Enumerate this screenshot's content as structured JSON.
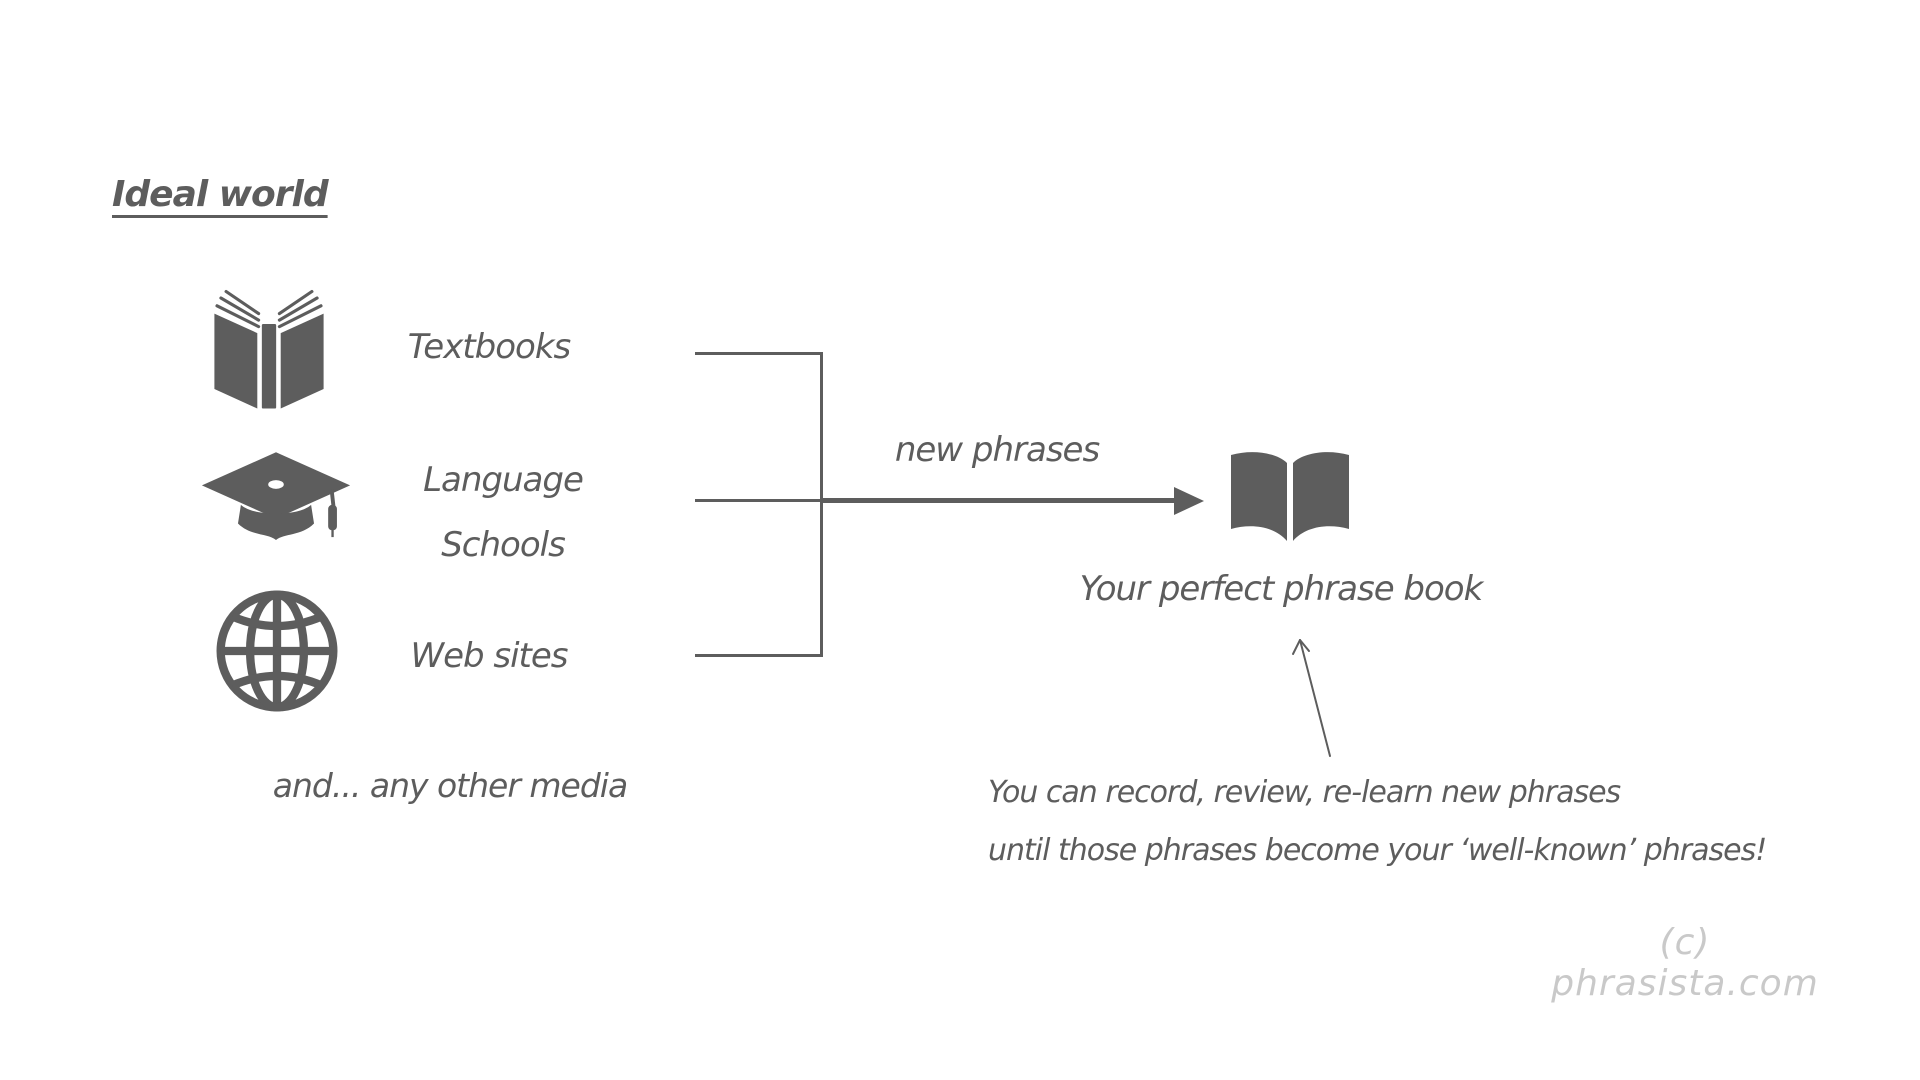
{
  "colors": {
    "ink": "#5d5d5d",
    "watermark": "#c9c9c9",
    "background": "#ffffff"
  },
  "title": "Ideal world",
  "sources": [
    {
      "name": "textbooks",
      "line1": "Textbooks"
    },
    {
      "name": "language-schools",
      "line1": "Language",
      "line2": "Schools"
    },
    {
      "name": "web-sites",
      "line1": "Web sites"
    }
  ],
  "other_media_note": "and... any other media",
  "flow": {
    "arrow_label": "new phrases"
  },
  "result": {
    "label": "Your perfect phrase book"
  },
  "annotation": {
    "line1": "You can record, review, re-learn new phrases",
    "line2": "until those phrases become your ‘well-known’ phrases!"
  },
  "watermark": "(c) phrasista.com"
}
